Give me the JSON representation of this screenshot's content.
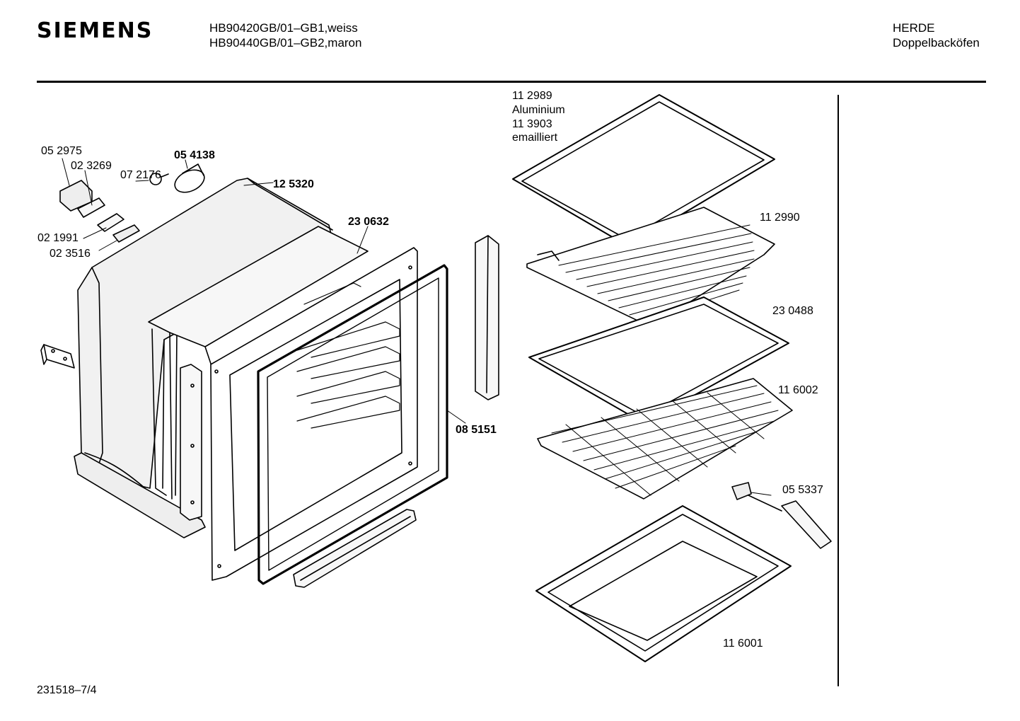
{
  "header": {
    "brand": "SIEMENS",
    "model_line_1": "HB90420GB/01–GB1,weiss",
    "model_line_2": "HB90440GB/01–GB2,maron",
    "category": "HERDE",
    "subcategory": "Doppelbacköfen"
  },
  "parts": {
    "p052975": "05 2975",
    "p023269": "02 3269",
    "p072176": "07 2176",
    "p054138": "05 4138",
    "p125320": "12 5320",
    "p230632": "23 0632",
    "p021991": "02 1991",
    "p023516": "02 3516",
    "p085151": "08 5151",
    "p112989": "11 2989",
    "p112989_note": "Aluminium",
    "p113903": "11 3903",
    "p113903_note": "emailliert",
    "p112990": "11 2990",
    "p230488": "23 0488",
    "p116002": "11 6002",
    "p055337": "05 5337",
    "p116001": "11 6001"
  },
  "footer": {
    "drawing_number": "231518–7/4"
  }
}
